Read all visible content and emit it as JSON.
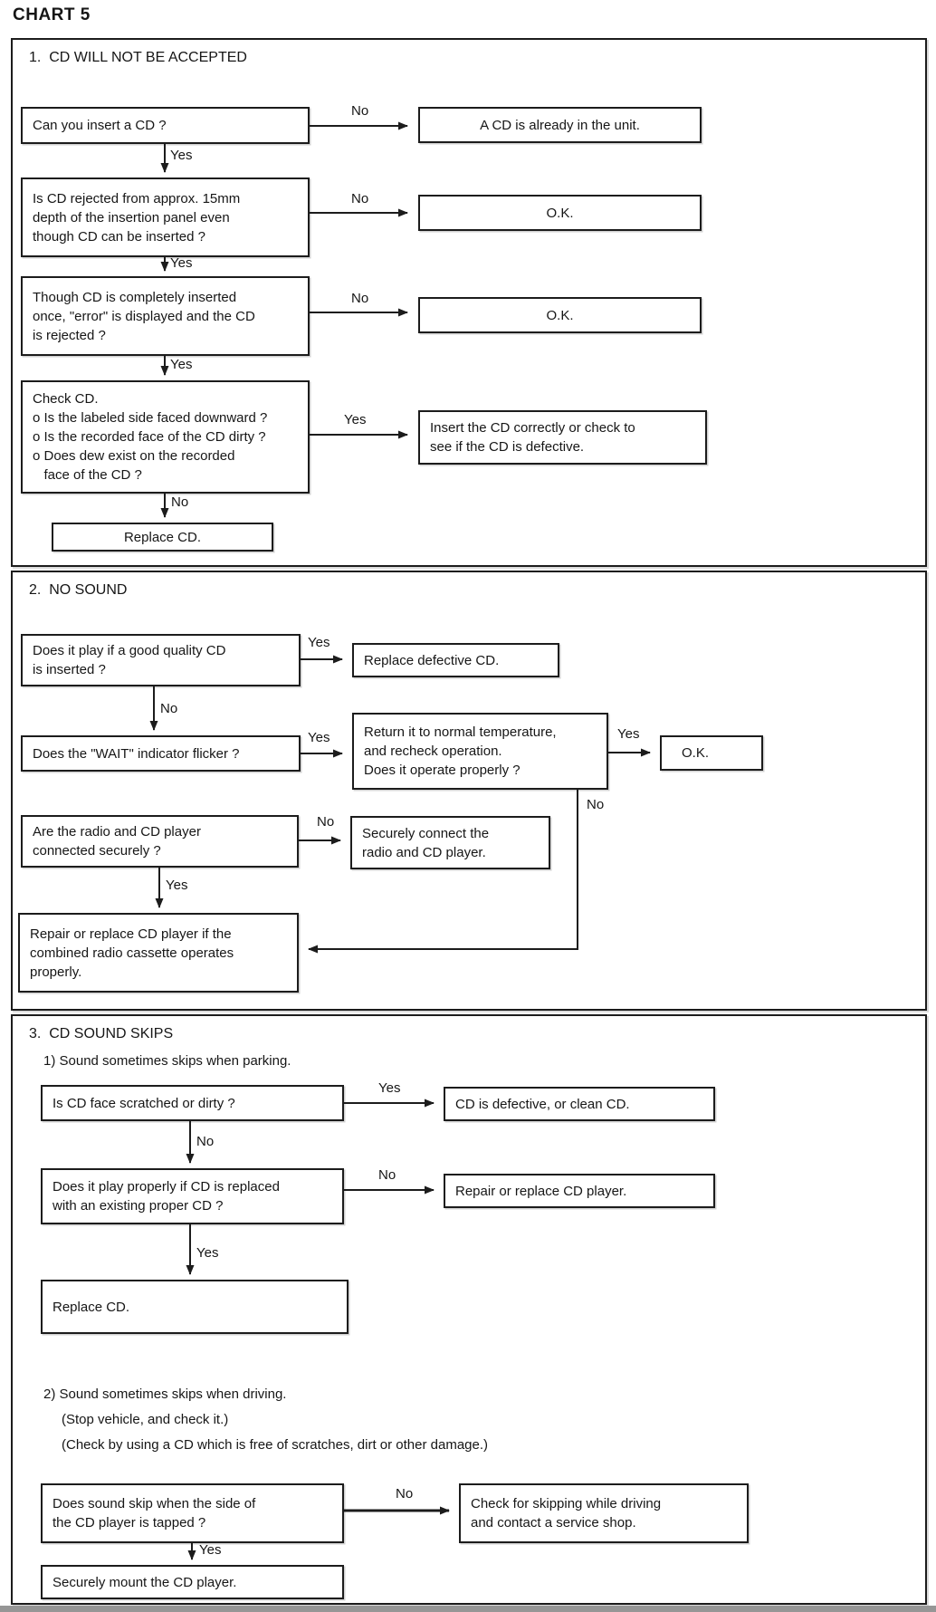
{
  "page_title": "CHART 5",
  "labels": {
    "yes": "Yes",
    "no": "No"
  },
  "section1": {
    "heading": "1.  CD WILL NOT BE ACCEPTED",
    "q1": [
      "Can you insert a CD ?"
    ],
    "a1": [
      "A CD is already in the unit."
    ],
    "q2": [
      "Is CD rejected from approx. 15mm",
      "depth of the insertion panel even",
      "though CD can be inserted ?"
    ],
    "a2": [
      "O.K."
    ],
    "q3": [
      "Though CD is completely inserted",
      "once, \"error\" is displayed and the CD",
      "is rejected ?"
    ],
    "a3": [
      "O.K."
    ],
    "q4": [
      "Check CD.",
      "o Is the labeled side faced downward ?",
      "o Is the recorded face of the CD dirty ?",
      "o Does dew exist on the recorded",
      "   face of the CD ?"
    ],
    "a4": [
      "Insert the CD correctly or check to",
      "see if the CD is defective."
    ],
    "end": [
      "Replace CD."
    ]
  },
  "section2": {
    "heading": "2.  NO SOUND",
    "q1": [
      "Does it play if a good quality CD",
      "is inserted ?"
    ],
    "a1": [
      "Replace defective CD."
    ],
    "q2": [
      "Does the \"WAIT\" indicator flicker ?"
    ],
    "a2": [
      "Return it to normal temperature,",
      "and recheck operation.",
      "Does it operate properly ?"
    ],
    "ok": [
      "O.K."
    ],
    "q3": [
      "Are the radio and CD player",
      "connected securely ?"
    ],
    "a3": [
      "Securely connect the",
      "radio and CD player."
    ],
    "end": [
      "Repair or replace CD player if the",
      "combined radio cassette operates",
      "properly."
    ]
  },
  "section3": {
    "heading": "3.  CD SOUND SKIPS",
    "sub1": "1) Sound sometimes skips when parking.",
    "q1": [
      "Is CD face scratched or dirty ?"
    ],
    "a1": [
      "CD is defective, or clean CD."
    ],
    "q2": [
      "Does it play properly if CD is replaced",
      "with an existing proper CD ?"
    ],
    "a2": [
      "Repair or replace CD player."
    ],
    "end1": [
      "Replace CD."
    ],
    "sub2_1": "2) Sound sometimes skips when driving.",
    "sub2_2": "(Stop vehicle, and check it.)",
    "sub2_3": "(Check by using a CD which is free of scratches, dirt or other damage.)",
    "q3": [
      "Does sound skip when the side of",
      "the CD player is tapped ?"
    ],
    "a3": [
      "Check for skipping while driving",
      "and contact a service shop."
    ],
    "end2": [
      "Securely mount the CD player."
    ]
  }
}
